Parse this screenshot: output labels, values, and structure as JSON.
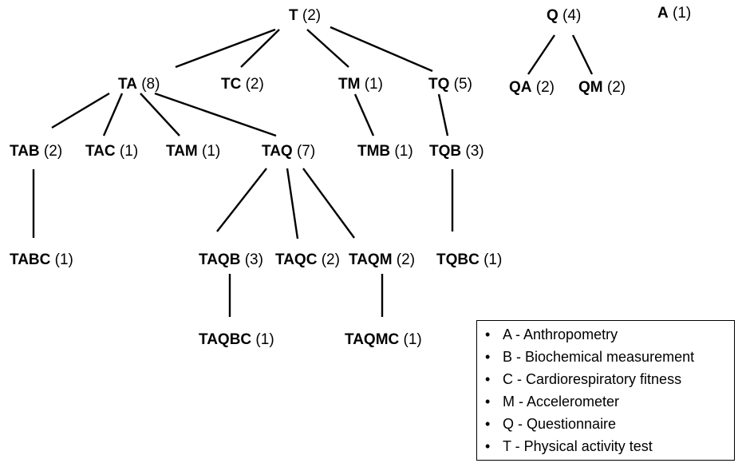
{
  "nodes": [
    {
      "id": "T",
      "code": "T",
      "count": "(2)"
    },
    {
      "id": "Q",
      "code": "Q",
      "count": "(4)"
    },
    {
      "id": "A",
      "code": "A",
      "count": "(1)"
    },
    {
      "id": "TA",
      "code": "TA",
      "count": "(8)"
    },
    {
      "id": "TC",
      "code": "TC",
      "count": "(2)"
    },
    {
      "id": "TM",
      "code": "TM",
      "count": "(1)"
    },
    {
      "id": "TQ",
      "code": "TQ",
      "count": "(5)"
    },
    {
      "id": "QA",
      "code": "QA",
      "count": "(2)"
    },
    {
      "id": "QM",
      "code": "QM",
      "count": "(2)"
    },
    {
      "id": "TAB",
      "code": "TAB",
      "count": "(2)"
    },
    {
      "id": "TAC",
      "code": "TAC",
      "count": "(1)"
    },
    {
      "id": "TAM",
      "code": "TAM",
      "count": "(1)"
    },
    {
      "id": "TAQ",
      "code": "TAQ",
      "count": "(7)"
    },
    {
      "id": "TMB",
      "code": "TMB",
      "count": "(1)"
    },
    {
      "id": "TQB",
      "code": "TQB",
      "count": "(3)"
    },
    {
      "id": "TABC",
      "code": "TABC",
      "count": "(1)"
    },
    {
      "id": "TAQB",
      "code": "TAQB",
      "count": "(3)"
    },
    {
      "id": "TAQC",
      "code": "TAQC",
      "count": "(2)"
    },
    {
      "id": "TAQM",
      "code": "TAQM",
      "count": "(2)"
    },
    {
      "id": "TQBC",
      "code": "TQBC",
      "count": "(1)"
    },
    {
      "id": "TAQBC",
      "code": "TAQBC",
      "count": "(1)"
    },
    {
      "id": "TAQMC",
      "code": "TAQMC",
      "count": "(1)"
    }
  ],
  "edges": [
    [
      "T",
      "TA"
    ],
    [
      "T",
      "TC"
    ],
    [
      "T",
      "TM"
    ],
    [
      "T",
      "TQ"
    ],
    [
      "Q",
      "QA"
    ],
    [
      "Q",
      "QM"
    ],
    [
      "TA",
      "TAB"
    ],
    [
      "TA",
      "TAC"
    ],
    [
      "TA",
      "TAM"
    ],
    [
      "TA",
      "TAQ"
    ],
    [
      "TM",
      "TMB"
    ],
    [
      "TQ",
      "TQB"
    ],
    [
      "TAB",
      "TABC"
    ],
    [
      "TAQ",
      "TAQB"
    ],
    [
      "TAQ",
      "TAQC"
    ],
    [
      "TAQ",
      "TAQM"
    ],
    [
      "TQB",
      "TQBC"
    ],
    [
      "TAQB",
      "TAQBC"
    ],
    [
      "TAQM",
      "TAQMC"
    ]
  ],
  "legend": [
    {
      "bullet": "•",
      "text": "A - Anthropometry"
    },
    {
      "bullet": "•",
      "text": "B - Biochemical measurement"
    },
    {
      "bullet": "•",
      "text": "C - Cardiorespiratory fitness"
    },
    {
      "bullet": "•",
      "text": "M - Accelerometer"
    },
    {
      "bullet": "•",
      "text": "Q - Questionnaire"
    },
    {
      "bullet": "•",
      "text": "T - Physical activity test"
    }
  ]
}
